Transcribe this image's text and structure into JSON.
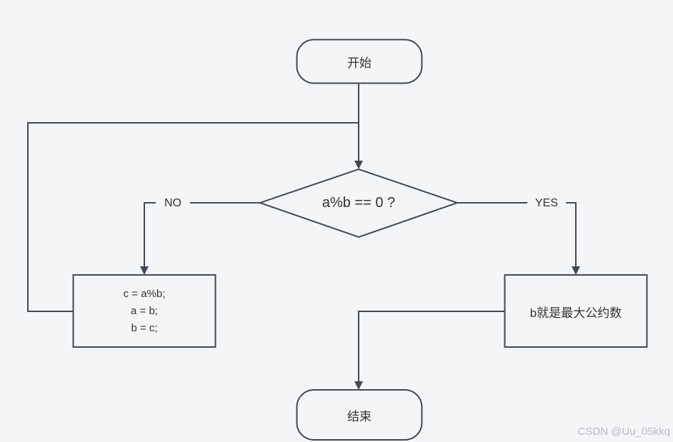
{
  "diagram": {
    "type": "flowchart",
    "colors": {
      "background": "#f3f5f7",
      "stroke": "#404a53",
      "text": "#323232",
      "watermark": "#b8bcc2"
    },
    "nodes": {
      "start": {
        "shape": "terminator",
        "label": "开始"
      },
      "decision": {
        "shape": "diamond",
        "label": "a%b == 0 ?"
      },
      "loop_body": {
        "shape": "process",
        "lines": [
          "c = a%b;",
          "a = b;",
          "b = c;"
        ]
      },
      "result": {
        "shape": "process",
        "label": "b就是最大公约数"
      },
      "end": {
        "shape": "terminator",
        "label": "结束"
      }
    },
    "edges": [
      {
        "from": "start",
        "to": "decision",
        "label": ""
      },
      {
        "from": "decision",
        "to": "loop_body",
        "label": "NO"
      },
      {
        "from": "loop_body",
        "to": "decision",
        "label": ""
      },
      {
        "from": "decision",
        "to": "result",
        "label": "YES"
      },
      {
        "from": "result",
        "to": "end",
        "label": ""
      }
    ]
  },
  "watermark": "CSDN @Uu_05kkq"
}
